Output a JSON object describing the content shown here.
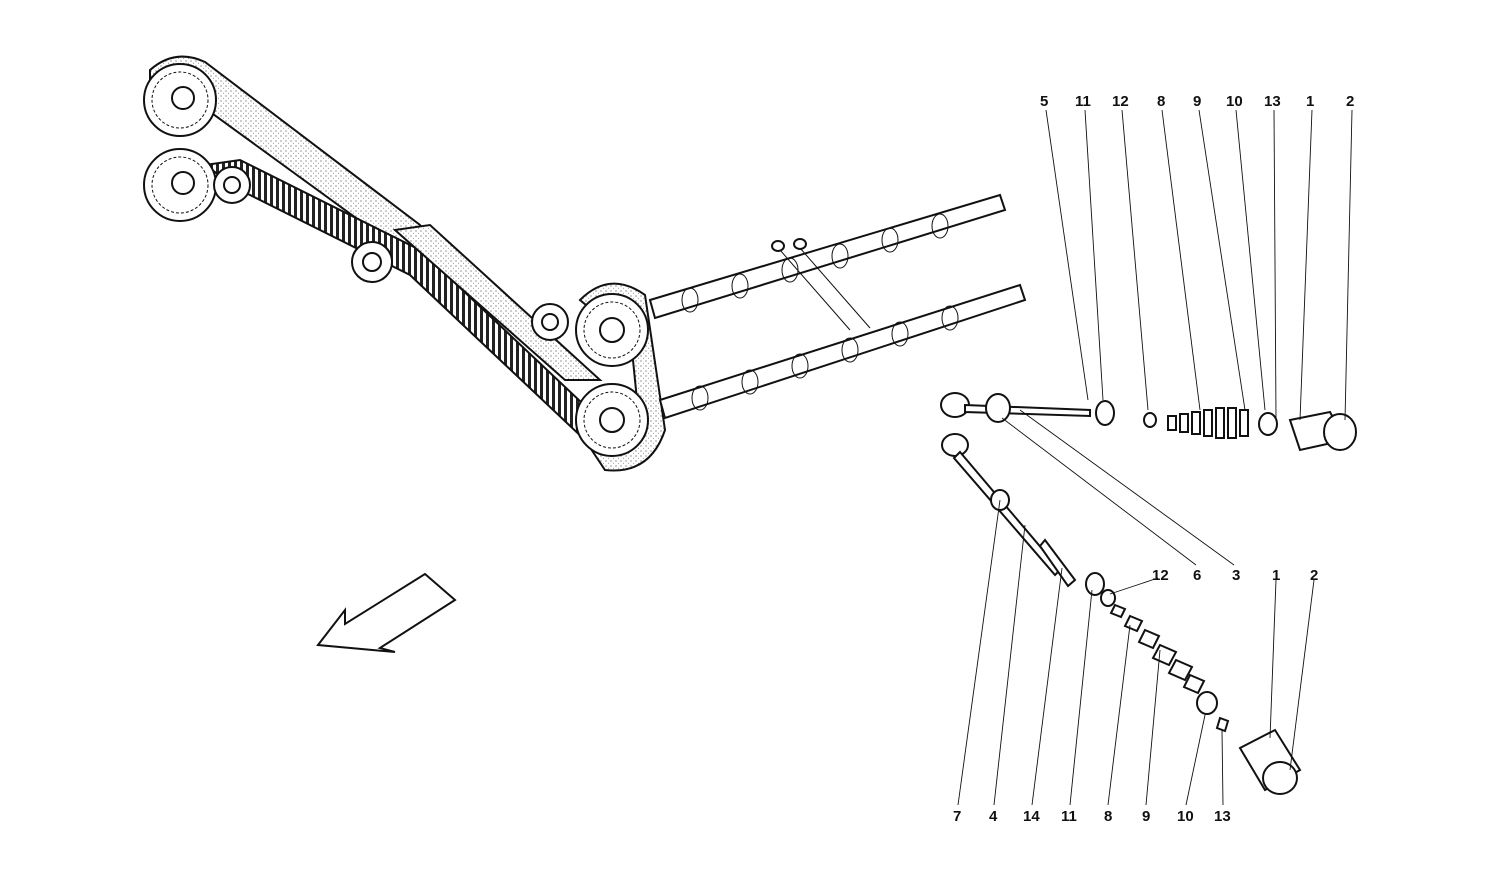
{
  "diagram": {
    "upper_callouts": [
      "5",
      "11",
      "12",
      "8",
      "9",
      "10",
      "13",
      "1",
      "2"
    ],
    "middle_callouts": [
      "12",
      "6",
      "3",
      "1",
      "2"
    ],
    "lower_callouts": [
      "7",
      "4",
      "14",
      "11",
      "8",
      "9",
      "10",
      "13"
    ],
    "icons": [
      "timing-belt-assembly-icon",
      "camshaft-icon",
      "valve-icon",
      "valve-spring-icon",
      "tappet-icon",
      "direction-arrow-icon"
    ]
  }
}
